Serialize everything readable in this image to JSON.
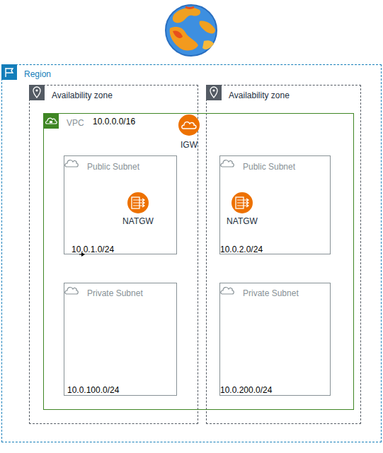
{
  "diagram": {
    "nodes": [
      {
        "text": [
          "Region"
        ]
      },
      {
        "text": [
          "Availability zone"
        ],
        "in": 0
      },
      {
        "text": [
          "Availability zone"
        ],
        "in": 0
      },
      {
        "text": [
          "VPC",
          "10.0.0.0/16"
        ],
        "in": 0
      },
      {
        "text": [
          "IGW"
        ],
        "in": 3
      },
      {
        "text": [
          "Public Subnet",
          "10.0.1.0/24"
        ],
        "in": 3
      },
      {
        "text": [
          "NATGW"
        ],
        "in": 5
      },
      {
        "text": [
          "Public Subnet",
          "10.0.2.0/24"
        ],
        "in": 3
      },
      {
        "text": [
          "NATGW"
        ],
        "in": 7
      },
      {
        "text": [
          "Private Subnet",
          "10.0.100.0/24"
        ],
        "in": 3
      },
      {
        "text": [
          "Private Subnet",
          "10.0.200.0/24"
        ],
        "in": 3
      }
    ]
  }
}
